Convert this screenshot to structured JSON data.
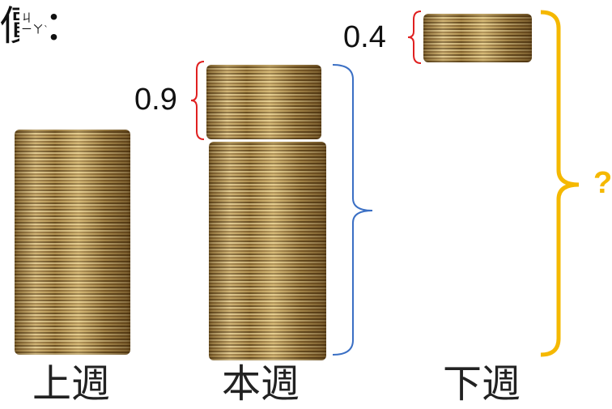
{
  "title_fragment": {
    "character": "價",
    "zhuyin": "ㄐ",
    "zhuyin_bottom": "ㄧㄚ",
    "tone_mark": "ˋ",
    "colon": "："
  },
  "stacks": [
    {
      "week": "上週",
      "amount_label": ""
    },
    {
      "week": "本週",
      "amount_label": "0.9"
    },
    {
      "week": "下週",
      "amount_label": "0.4"
    }
  ],
  "unknown_label": "?",
  "colors": {
    "red_brace": "#e02020",
    "blue_brace": "#3a6fc4",
    "yellow_brace": "#f5b800",
    "coin_gold": "#a88745"
  }
}
